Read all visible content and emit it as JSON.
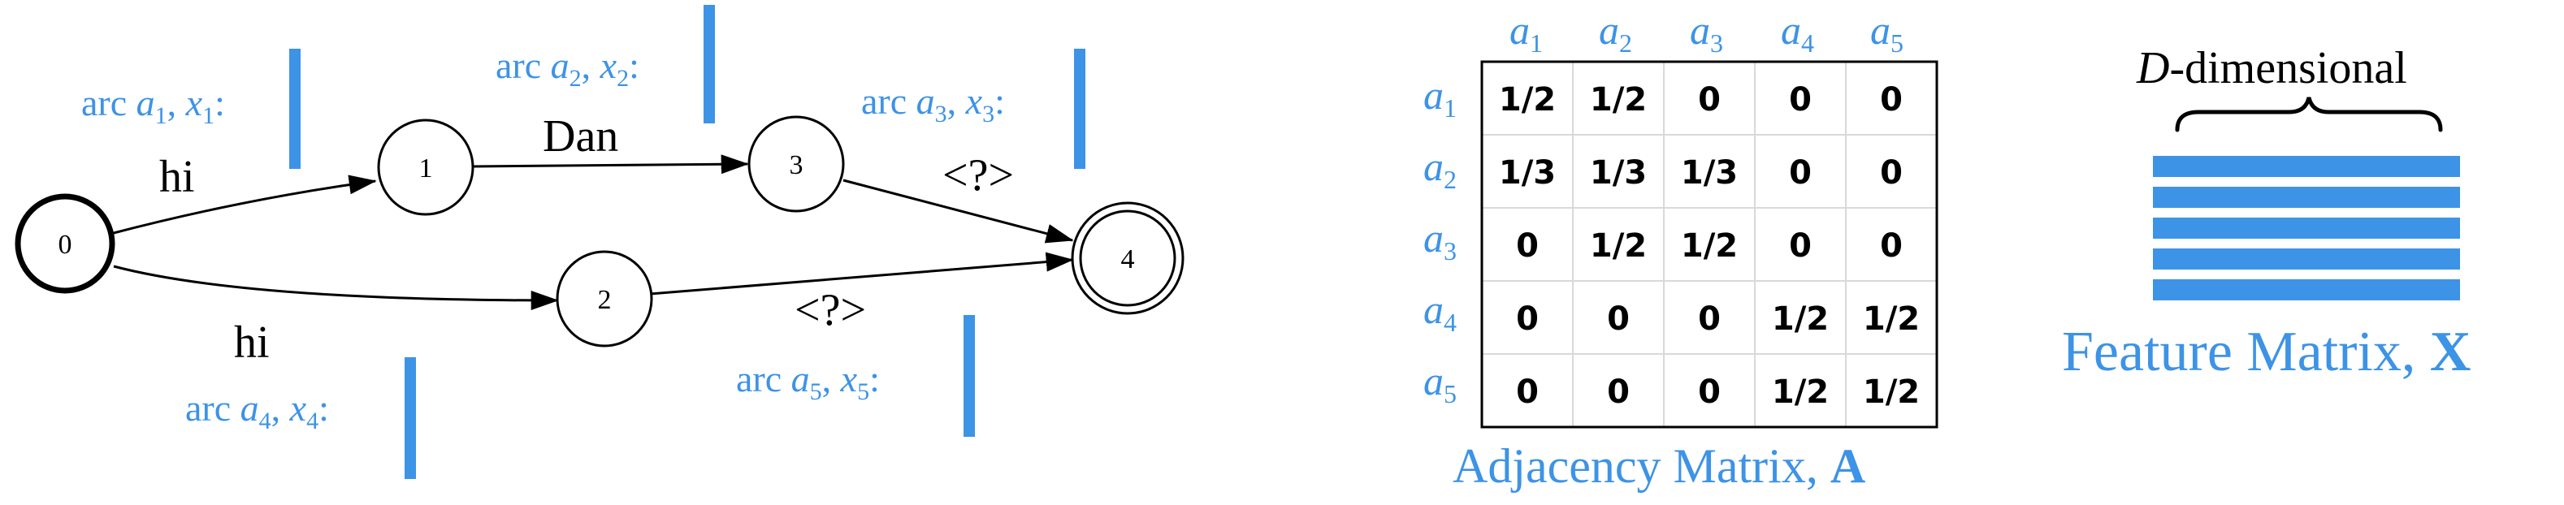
{
  "colors": {
    "accent": "#3d93e6",
    "ink": "#000000",
    "grid": "#d9d9d9"
  },
  "automaton": {
    "nodes": [
      {
        "id": "0",
        "initial": true
      },
      {
        "id": "1"
      },
      {
        "id": "2"
      },
      {
        "id": "3"
      },
      {
        "id": "4",
        "final": true
      }
    ],
    "edges": [
      {
        "from": "0",
        "to": "1",
        "label": "hi"
      },
      {
        "from": "1",
        "to": "3",
        "label": "Dan"
      },
      {
        "from": "3",
        "to": "4",
        "label": "<?>"
      },
      {
        "from": "0",
        "to": "2",
        "label": "hi"
      },
      {
        "from": "2",
        "to": "4",
        "label": "<?>"
      }
    ],
    "arc_labels": [
      {
        "prefix": "arc",
        "arc": "a",
        "arc_sub": "1",
        "feat": "x",
        "feat_sub": "1"
      },
      {
        "prefix": "arc",
        "arc": "a",
        "arc_sub": "2",
        "feat": "x",
        "feat_sub": "2"
      },
      {
        "prefix": "arc",
        "arc": "a",
        "arc_sub": "3",
        "feat": "x",
        "feat_sub": "3"
      },
      {
        "prefix": "arc",
        "arc": "a",
        "arc_sub": "4",
        "feat": "x",
        "feat_sub": "4"
      },
      {
        "prefix": "arc",
        "arc": "a",
        "arc_sub": "5",
        "feat": "x",
        "feat_sub": "5"
      }
    ]
  },
  "adjacency": {
    "col_headers": [
      {
        "sym": "a",
        "sub": "1"
      },
      {
        "sym": "a",
        "sub": "2"
      },
      {
        "sym": "a",
        "sub": "3"
      },
      {
        "sym": "a",
        "sub": "4"
      },
      {
        "sym": "a",
        "sub": "5"
      }
    ],
    "row_headers": [
      {
        "sym": "a",
        "sub": "1"
      },
      {
        "sym": "a",
        "sub": "2"
      },
      {
        "sym": "a",
        "sub": "3"
      },
      {
        "sym": "a",
        "sub": "4"
      },
      {
        "sym": "a",
        "sub": "5"
      }
    ],
    "cells": [
      [
        "1/2",
        "1/2",
        "0",
        "0",
        "0"
      ],
      [
        "1/3",
        "1/3",
        "1/3",
        "0",
        "0"
      ],
      [
        "0",
        "1/2",
        "1/2",
        "0",
        "0"
      ],
      [
        "0",
        "0",
        "0",
        "1/2",
        "1/2"
      ],
      [
        "0",
        "0",
        "0",
        "1/2",
        "1/2"
      ]
    ],
    "caption": "Adjacency Matrix, ",
    "caption_symbol": "A"
  },
  "features": {
    "brace_label_symbol": "D",
    "brace_label_rest": "-dimensional",
    "rows": 5,
    "caption": "Feature Matrix, ",
    "caption_symbol": "X"
  }
}
